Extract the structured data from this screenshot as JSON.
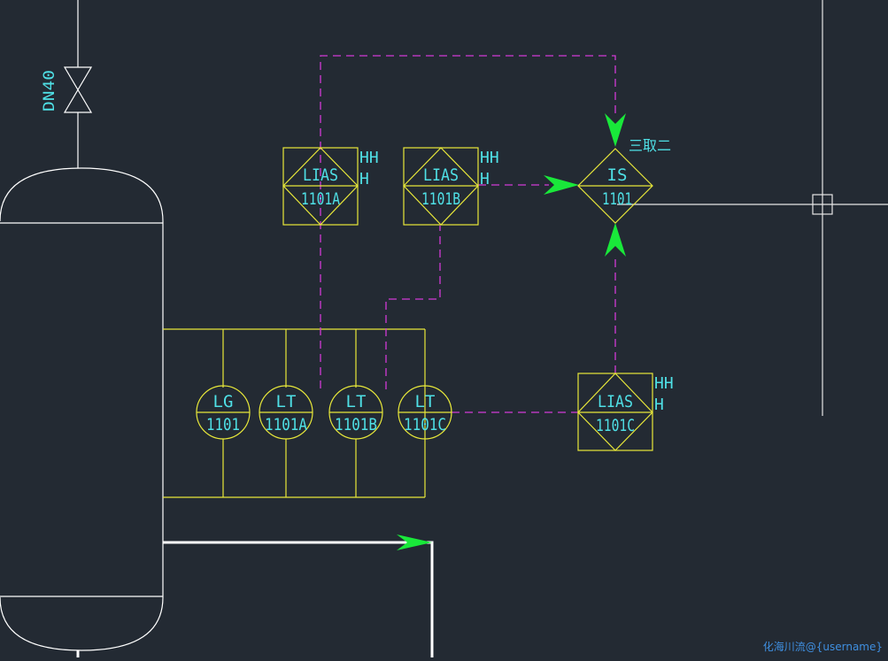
{
  "colors": {
    "background": "#232a33",
    "instrument": "#e8e83a",
    "text": "#4fe0e6",
    "signal_line": "#d23ad6",
    "arrow": "#19e83a",
    "process_line": "#ffffff"
  },
  "valve": {
    "size_label": "DN40"
  },
  "interlock": {
    "tag": "IS",
    "number": "1101",
    "vote_label": "三取二"
  },
  "alarm_blocks": [
    {
      "tag": "LIAS",
      "number": "1101A",
      "alarm_hh": "HH",
      "alarm_h": "H"
    },
    {
      "tag": "LIAS",
      "number": "1101B",
      "alarm_hh": "HH",
      "alarm_h": "H"
    },
    {
      "tag": "LIAS",
      "number": "1101C",
      "alarm_hh": "HH",
      "alarm_h": "H"
    }
  ],
  "field_instruments": [
    {
      "tag": "LG",
      "number": "1101"
    },
    {
      "tag": "LT",
      "number": "1101A"
    },
    {
      "tag": "LT",
      "number": "1101B"
    },
    {
      "tag": "LT",
      "number": "1101C"
    }
  ],
  "watermark": "化海川流@{username}"
}
